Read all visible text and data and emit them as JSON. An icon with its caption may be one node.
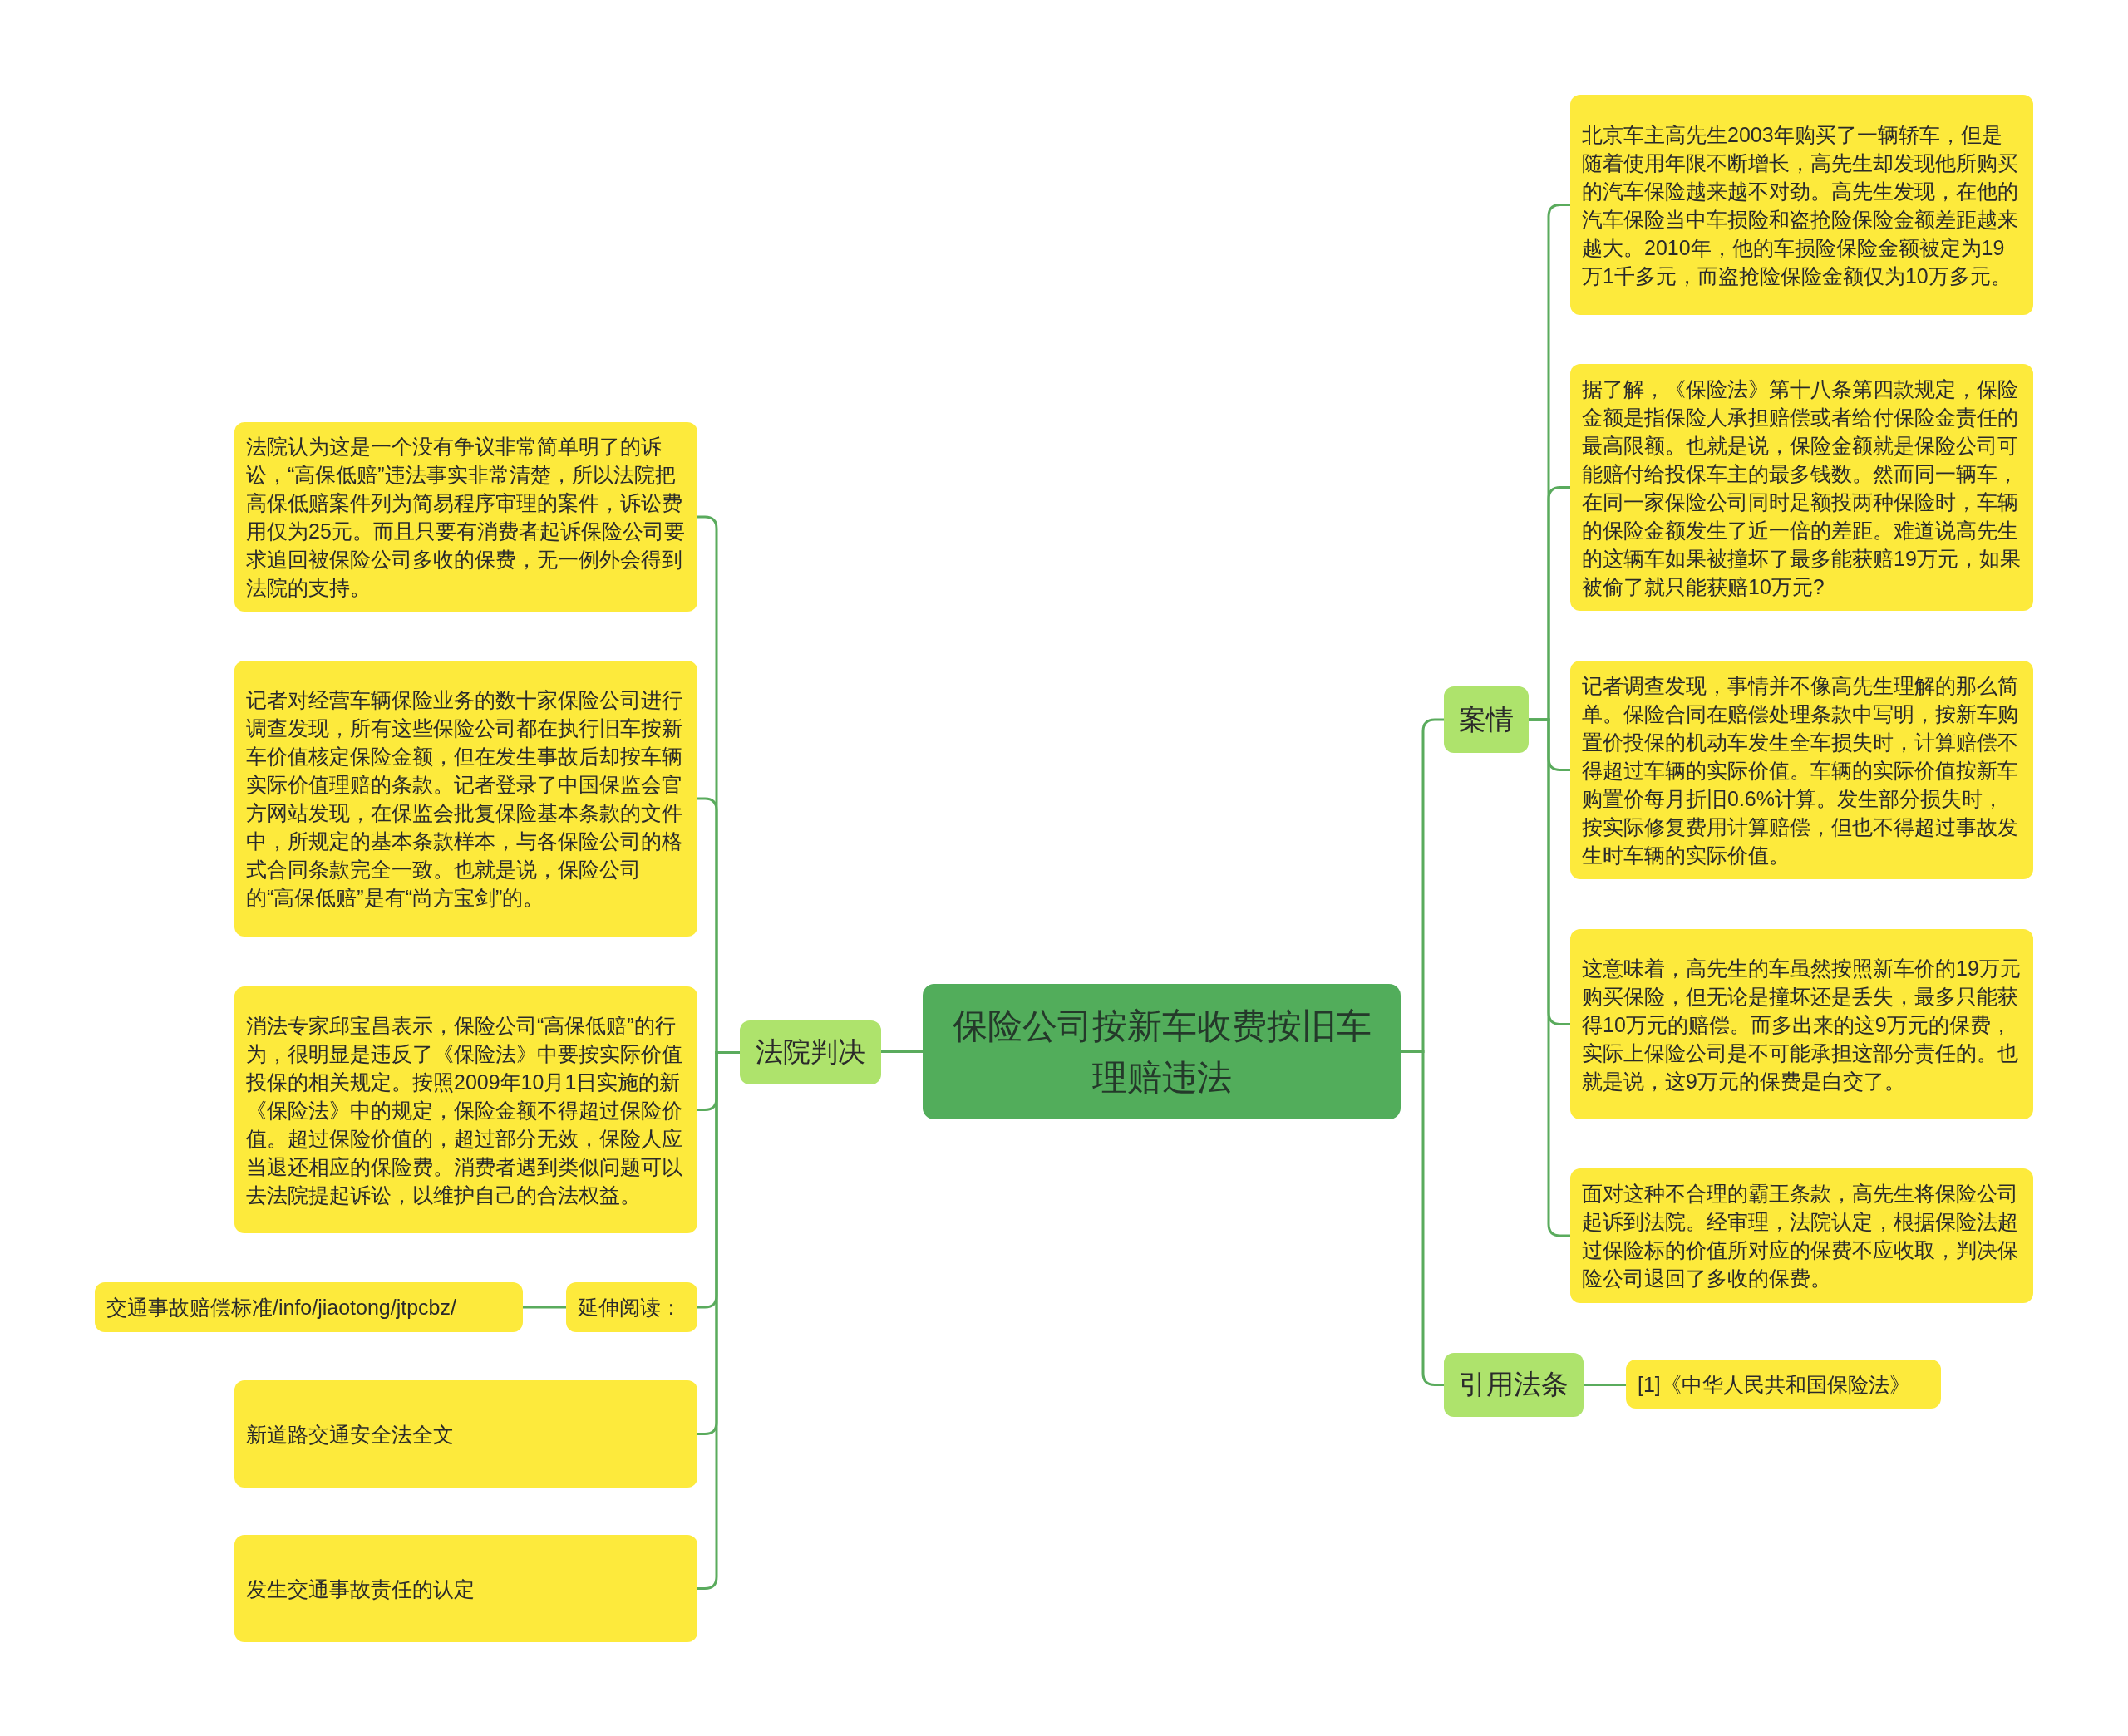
{
  "diagram": {
    "nodes": [
      {
        "text": [
          "保险公司按新车收费按旧车理赔违法"
        ]
      },
      {
        "text": [
          "法院判决"
        ]
      },
      {
        "text": [
          "法院认为这是一个没有争议非常简单明了的诉讼，“高保低赔”违法事实非常清楚，所以法院把高保低赔案件列为简易程序审理的案件，诉讼费用仅为25元。而且只要有消费者起诉保险公司要求追回被保险公司多收的保费，无一例外会得到法院的支持。"
        ]
      },
      {
        "text": [
          "记者对经营车辆保险业务的数十家保险公司进行调查发现，所有这些保险公司都在执行旧车按新车价值核定保险金额，但在发生事故后却按车辆实际价值理赔的条款。记者登录了中国保监会官方网站发现，在保监会批复保险基本条款的文件中，所规定的基本条款样本，与各保险公司的格式合同条款完全一致。也就是说，保险公司的“高保低赔”是有“尚方宝剑”的。"
        ]
      },
      {
        "text": [
          "消法专家邱宝昌表示，保险公司“高保低赔”的行为，很明显是违反了《保险法》中要按实际价值投保的相关规定。按照2009年10月1日实施的新《保险法》中的规定，保险金额不得超过保险价值。超过保险价值的，超过部分无效，保险人应当退还相应的保险费。消费者遇到类似问题可以去法院提起诉讼，以维护自己的合法权益。"
        ]
      },
      {
        "text": [
          "延伸阅读："
        ]
      },
      {
        "text": [
          "交通事故赔偿标准/info/jiaotong/jtpcbz/"
        ]
      },
      {
        "text": [
          "新道路交通安全法全文"
        ]
      },
      {
        "text": [
          "发生交通事故责任的认定"
        ]
      },
      {
        "text": [
          "案情"
        ]
      },
      {
        "text": [
          "北京车主高先生2003年购买了一辆轿车，但是随着使用年限不断增长，高先生却发现他所购买的汽车保险越来越不对劲。高先生发现，在他的汽车保险当中车损险和盗抢险保险金额差距越来越大。2010年，他的车损险保险金额被定为19万1千多元，而盗抢险保险金额仅为10万多元。"
        ]
      },
      {
        "text": [
          "据了解，《保险法》第十八条第四款规定，保险金额是指保险人承担赔偿或者给付保险金责任的最高限额。也就是说，保险金额就是保险公司可能赔付给投保车主的最多钱数。然而同一辆车，在同一家保险公司同时足额投两种保险时，车辆的保险金额发生了近一倍的差距。难道说高先生的这辆车如果被撞坏了最多能获赔19万元，如果被偷了就只能获赔10万元?"
        ]
      },
      {
        "text": [
          "记者调查发现，事情并不像高先生理解的那么简单。保险合同在赔偿处理条款中写明，按新车购置价投保的机动车发生全车损失时，计算赔偿不得超过车辆的实际价值。车辆的实际价值按新车购置价每月折旧0.6%计算。发生部分损失时，按实际修复费用计算赔偿，但也不得超过事故发生时车辆的实际价值。"
        ]
      },
      {
        "text": [
          "这意味着，高先生的车虽然按照新车价的19万元购买保险，但无论是撞坏还是丢失，最多只能获得10万元的赔偿。而多出来的这9万元的保费，实际上保险公司是不可能承担这部分责任的。也就是说，这9万元的保费是白交了。"
        ]
      },
      {
        "text": [
          "面对这种不合理的霸王条款，高先生将保险公司起诉到法院。经审理，法院认定，根据保险法超过保险标的价值所对应的保费不应收取，判决保险公司退回了多收的保费。"
        ]
      },
      {
        "text": [
          "引用法条"
        ]
      },
      {
        "text": [
          "[1]《中华人民共和国保险法》"
        ]
      }
    ],
    "edges": [
      {
        "from": 0,
        "to": 1,
        "arrow": "none"
      },
      {
        "from": 1,
        "to": 2,
        "arrow": "none"
      },
      {
        "from": 1,
        "to": 3,
        "arrow": "none"
      },
      {
        "from": 1,
        "to": 4,
        "arrow": "none"
      },
      {
        "from": 1,
        "to": 5,
        "arrow": "none"
      },
      {
        "from": 5,
        "to": 6,
        "arrow": "none"
      },
      {
        "from": 1,
        "to": 7,
        "arrow": "none"
      },
      {
        "from": 1,
        "to": 8,
        "arrow": "none"
      },
      {
        "from": 0,
        "to": 9,
        "arrow": "none"
      },
      {
        "from": 9,
        "to": 10,
        "arrow": "none"
      },
      {
        "from": 9,
        "to": 11,
        "arrow": "none"
      },
      {
        "from": 9,
        "to": 12,
        "arrow": "none"
      },
      {
        "from": 9,
        "to": 13,
        "arrow": "none"
      },
      {
        "from": 9,
        "to": 14,
        "arrow": "none"
      },
      {
        "from": 0,
        "to": 15,
        "arrow": "none"
      },
      {
        "from": 15,
        "to": 16,
        "arrow": "none"
      }
    ]
  }
}
